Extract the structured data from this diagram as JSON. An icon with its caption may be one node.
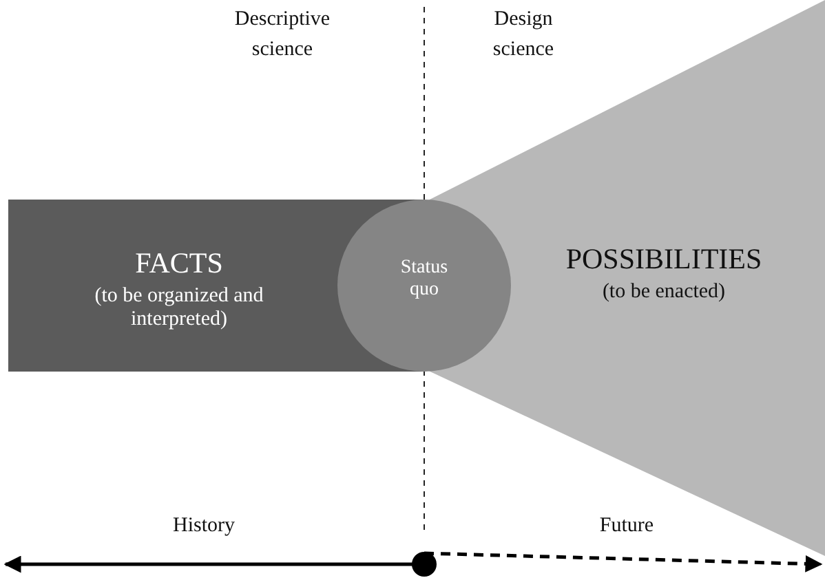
{
  "diagram": {
    "nodes": [
      {
        "text": [
          "FACTS",
          "(to be organized and interpreted)"
        ]
      },
      {
        "text": [
          "POSSIBILITIES",
          "(to be enacted)"
        ]
      },
      {
        "text": [
          "Status quo"
        ]
      },
      {
        "text": [],
        "shape": "circle"
      }
    ],
    "edges": [
      {
        "from": 3,
        "to": null,
        "arrow": "to"
      },
      {
        "from": 3,
        "to": 1,
        "arrow": "to",
        "style": "dashed"
      }
    ],
    "labels": [
      "Descriptive science",
      "Design science",
      "History",
      "Future"
    ]
  }
}
